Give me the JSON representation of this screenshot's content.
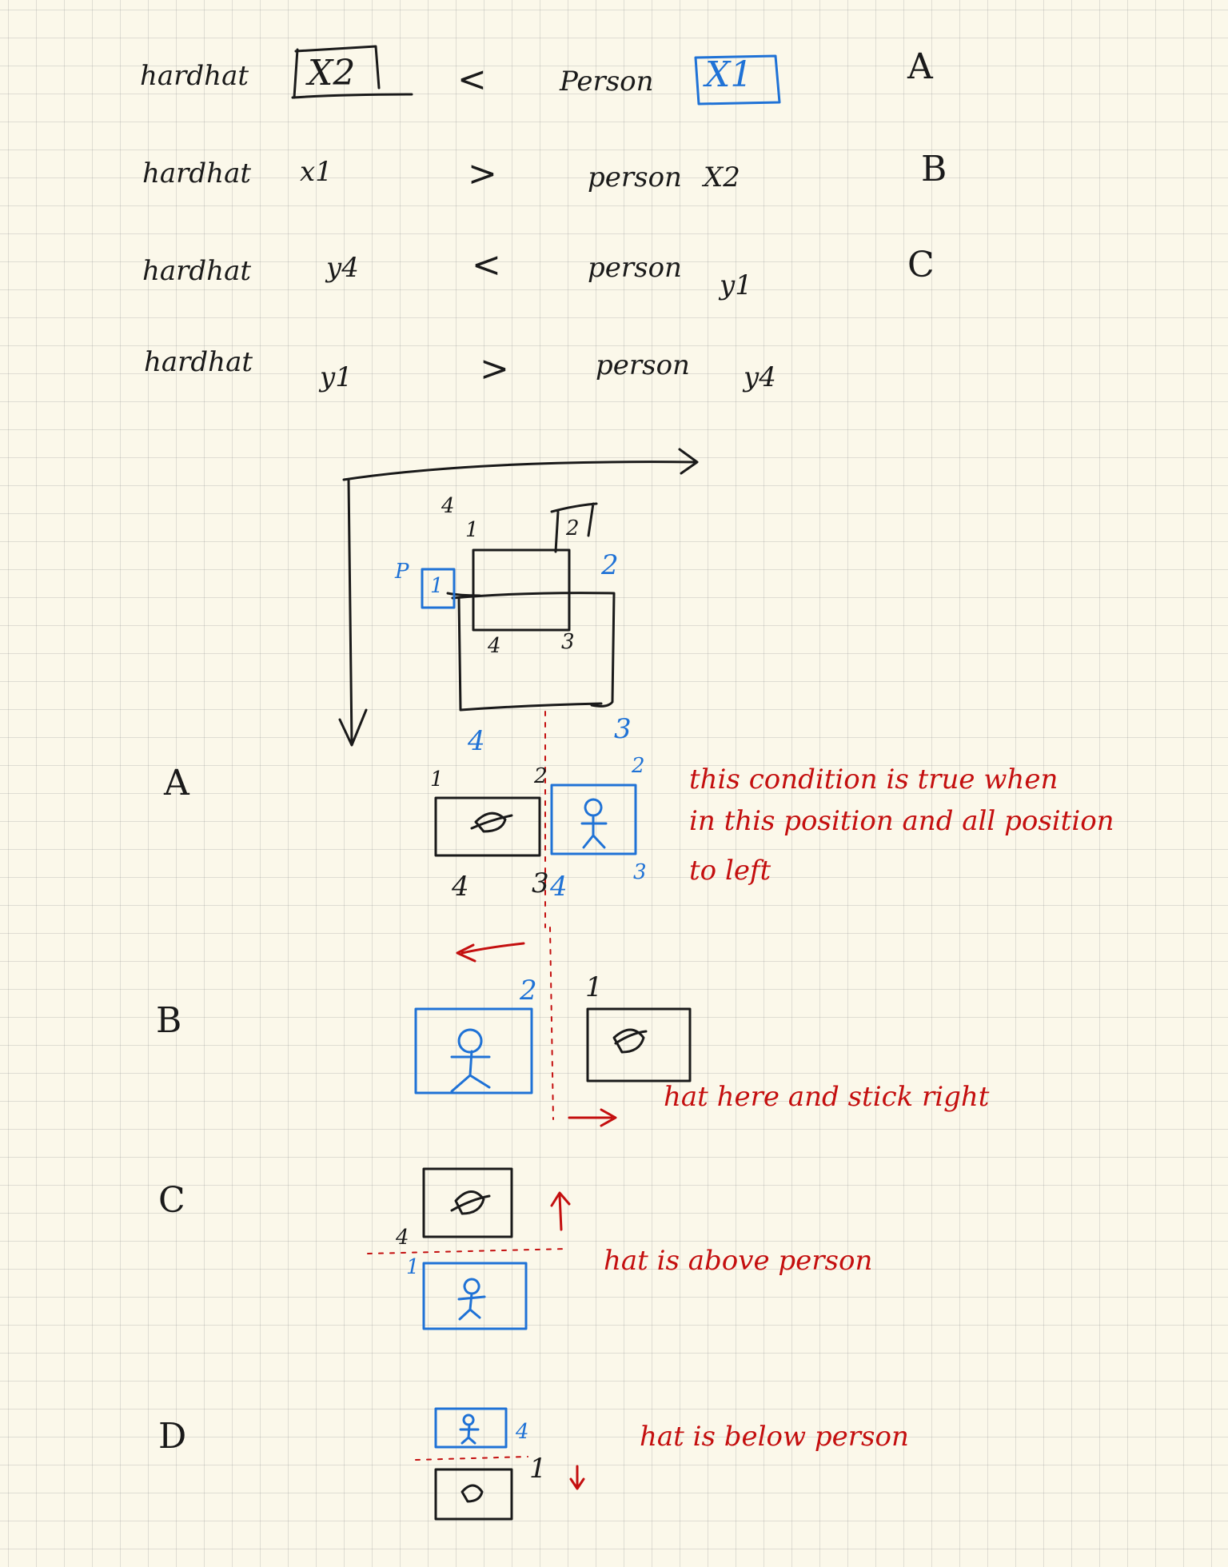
{
  "conditions": [
    {
      "left_label": "hardhat",
      "left_var": "X2",
      "op": "<",
      "right_label": "Person",
      "right_var": "X1",
      "case": "A"
    },
    {
      "left_label": "hardhat",
      "left_var": "x1",
      "op": ">",
      "right_label": "person",
      "right_var": "X2",
      "case": "B"
    },
    {
      "left_label": "hardhat",
      "left_var": "y4",
      "op": "<",
      "right_label": "person",
      "right_var": "y1",
      "case": "C"
    },
    {
      "left_label": "hardhat",
      "left_var": "y1",
      "op": ">",
      "right_label": "person",
      "right_var": "y4",
      "case": ""
    }
  ],
  "diagram_labels": {
    "hat_corner_4": "4",
    "hat_corner_1": "1",
    "hat_corner_2": "2",
    "hat_corner_4b": "4",
    "hat_corner_3": "3",
    "person_marker": "P",
    "person_box_1": "1",
    "person_corner_2": "2",
    "person_corner_4": "4",
    "person_corner_3": "3"
  },
  "cases": {
    "A": {
      "letter": "A",
      "top_left": "1",
      "top_mid": "2",
      "top_right": "2",
      "bot_left": "4",
      "bot_mid": "3",
      "bot_mid_blue": "4",
      "bot_right": "3",
      "note": [
        "this condition is true when",
        "in this position and all position",
        "to left"
      ]
    },
    "B": {
      "letter": "B",
      "label_2": "2",
      "label_1": "1",
      "note": "hat here and stick right"
    },
    "C": {
      "letter": "C",
      "label_4": "4",
      "label_1": "1",
      "note": "hat is above person"
    },
    "D": {
      "letter": "D",
      "label_4": "4",
      "label_1": "1",
      "note": "hat is below person"
    }
  },
  "colors": {
    "ink": "#1a1a1a",
    "blue": "#1f72d6",
    "red": "#c40f0f",
    "paper": "#fbf8ea",
    "grid": "#c8c8c8"
  }
}
